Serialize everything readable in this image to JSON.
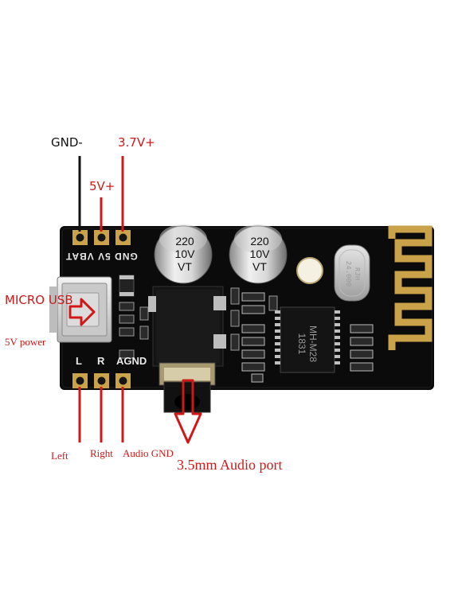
{
  "annotations": {
    "gnd": "GND-",
    "v37": "3.7V+",
    "v5": "5V+",
    "micro_usb": "MICRO USB",
    "power_5v": "5V power",
    "left": "Left",
    "right": "Right",
    "audio_gnd": "Audio GND",
    "audio_port": "3.5mm Audio port"
  },
  "silkscreen": {
    "power_header": "GND 5V VBAT",
    "audio_header_l": "L",
    "audio_header_r": "R",
    "audio_header_agnd": "AGND",
    "chip": "MH-M28",
    "chip_code": "1831"
  },
  "capacitors": [
    {
      "line1": "220",
      "line2": "10V",
      "line3": "VT"
    },
    {
      "line1": "220",
      "line2": "10V",
      "line3": "VT"
    }
  ],
  "crystal": {
    "line1": "RJH",
    "line2": "24.000"
  },
  "colors": {
    "pcb": "#0b0b0b",
    "annotation_red": "#d01818",
    "wire_black": "#111111",
    "gold": "#c9a24a"
  }
}
